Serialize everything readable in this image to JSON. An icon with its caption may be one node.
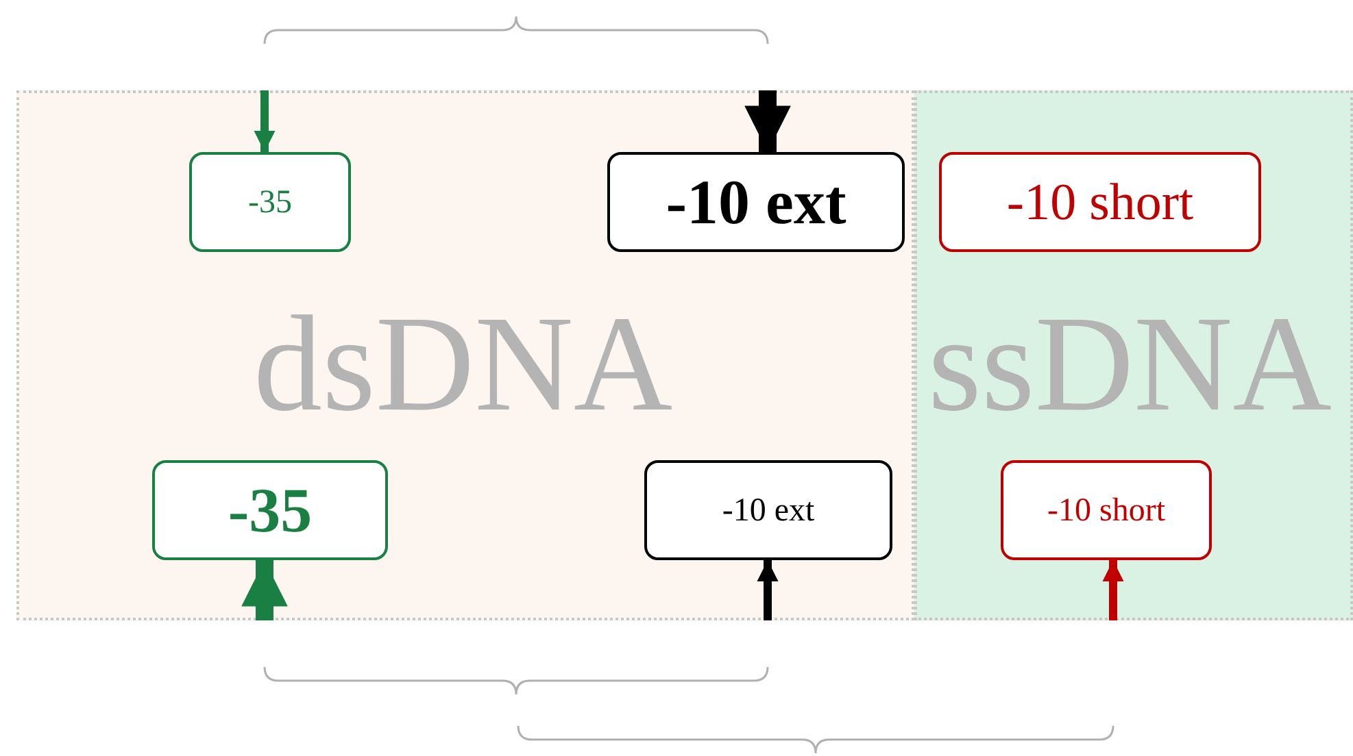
{
  "diagram": {
    "nodes": [
      {
        "text": [
          "dsDNA"
        ]
      },
      {
        "text": [
          "ssDNA"
        ]
      },
      {
        "text": [
          "-35"
        ],
        "in": 0
      },
      {
        "text": [
          "-10 ext"
        ],
        "in": 0
      },
      {
        "text": [
          "-10 short"
        ],
        "in": 1
      },
      {
        "text": [
          "-35"
        ],
        "in": 0
      },
      {
        "text": [
          "-10 ext"
        ],
        "in": 0
      },
      {
        "text": [
          "-10 short"
        ],
        "in": 1
      }
    ],
    "edges": [
      {
        "from": null,
        "to": 2,
        "arrow": "to",
        "color": "#1a7f42"
      },
      {
        "from": null,
        "to": 3,
        "arrow": "to",
        "style": "thick",
        "color": "#000000"
      },
      {
        "from": null,
        "to": 5,
        "arrow": "to",
        "style": "thick",
        "color": "#1a7f42"
      },
      {
        "from": null,
        "to": 6,
        "arrow": "to",
        "color": "#000000"
      },
      {
        "from": null,
        "to": 7,
        "arrow": "to",
        "color": "#c00000"
      }
    ]
  }
}
